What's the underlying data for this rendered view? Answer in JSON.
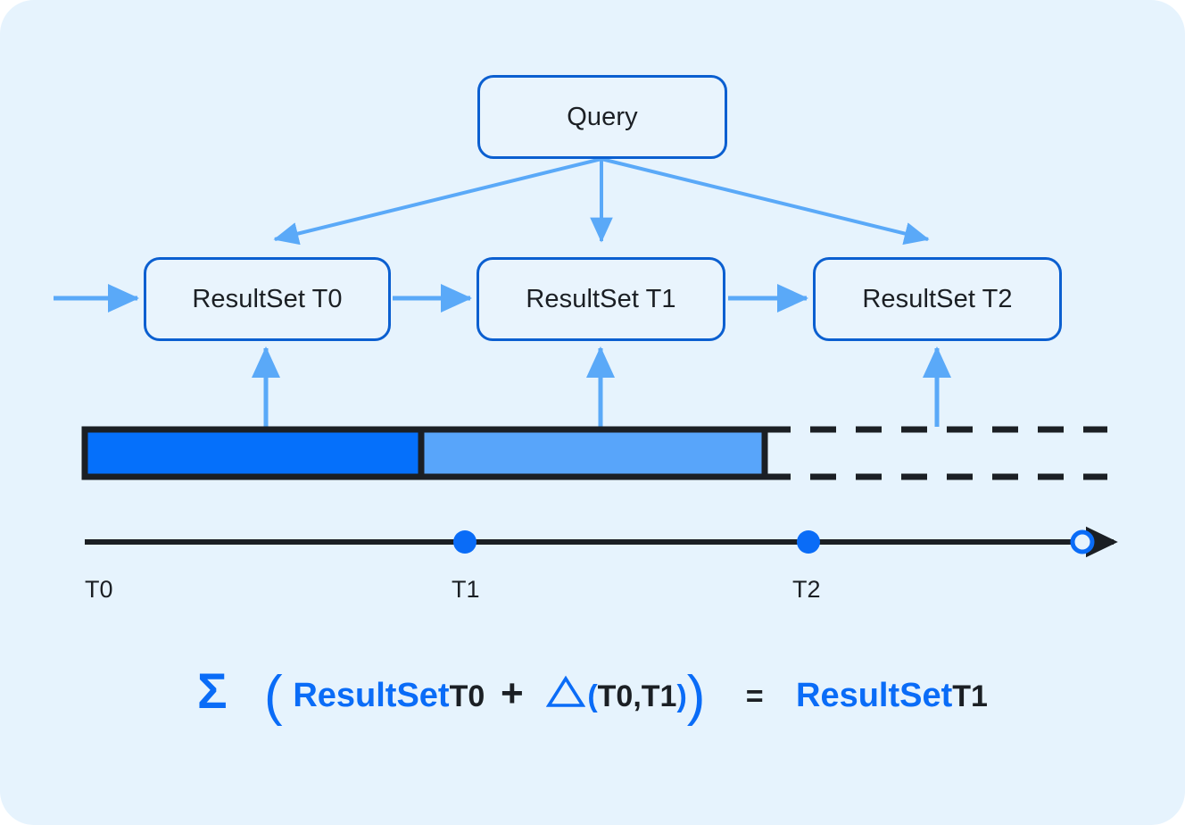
{
  "theme": {
    "card_bg": "#e6f3fd",
    "page_bg": "#ffffff",
    "box_border": "#0b5fd0",
    "arrow_light": "#5aa9f8",
    "accent_blue": "#0a6cf7",
    "bar_dark": "#0570fb",
    "bar_light": "#58a5fa",
    "axis_dark": "#1b1f24",
    "text_dark": "#1b1f24"
  },
  "nodes": {
    "query": "Query",
    "resultset_t0": "ResultSet T0",
    "resultset_t1": "ResultSet T1",
    "resultset_t2": "ResultSet T2"
  },
  "timeline": {
    "ticks": [
      {
        "label": "T0",
        "marker": "none"
      },
      {
        "label": "T1",
        "marker": "filled-dot"
      },
      {
        "label": "T2",
        "marker": "filled-dot"
      },
      {
        "label": "",
        "marker": "hollow-dot"
      }
    ],
    "arrow_direction": "right"
  },
  "progress_bar": {
    "segments": [
      {
        "name": "t0-segment",
        "color": "#0570fb",
        "style": "solid"
      },
      {
        "name": "t1-segment",
        "color": "#58a5fa",
        "style": "solid"
      },
      {
        "name": "future-segment",
        "color": "none",
        "style": "dashed"
      }
    ]
  },
  "formula": {
    "sigma": "Σ",
    "open_paren": "(",
    "resultset_word_1": "ResultSet",
    "resultset_sub_1": "T0",
    "plus": "+",
    "delta": "△",
    "delta_open": "(",
    "delta_args": "T0,T1",
    "delta_close": ")",
    "close_paren": ")",
    "equals": "=",
    "resultset_word_2": "ResultSet",
    "resultset_sub_2": "T1"
  }
}
